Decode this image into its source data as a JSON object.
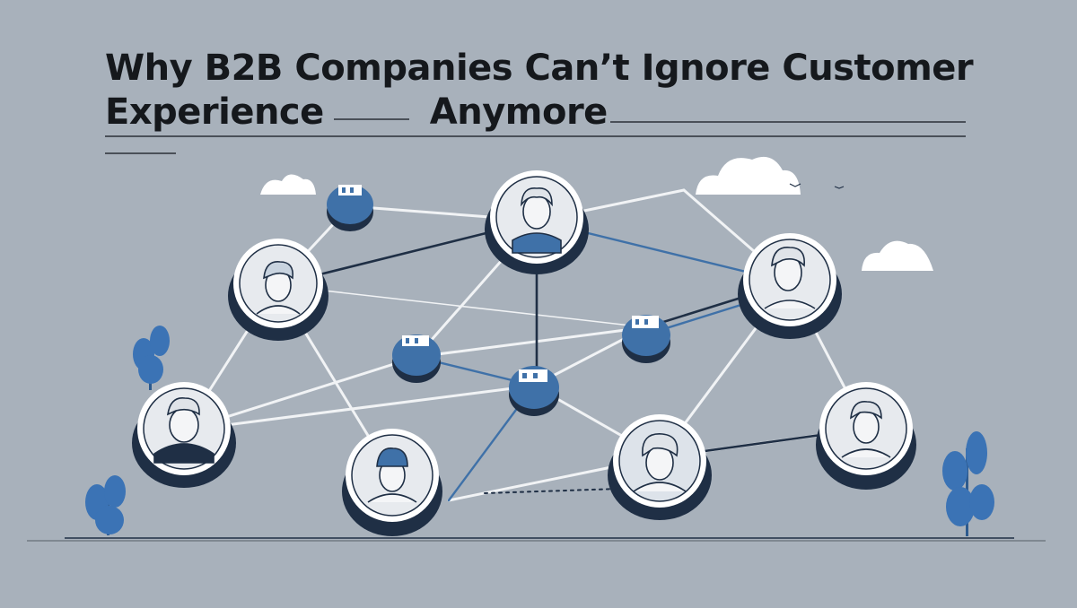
{
  "title": {
    "line1": "Why B2B Companies Can’t Ignore Customer",
    "line2_word1": "Experience",
    "line2_word2": "Anymore"
  },
  "colors": {
    "background": "#a8b1bb",
    "ink": "#15181c",
    "navy": "#1f2f45",
    "blue": "#3f71a8",
    "leaf": "#3b73b5",
    "ring": "#ffffff",
    "face": "#eef0f2",
    "cloud": "#ffffff"
  },
  "diagram": {
    "people": [
      {
        "id": "p-top",
        "label": "person-top"
      },
      {
        "id": "p-upper-left",
        "label": "person-upper-left"
      },
      {
        "id": "p-upper-right",
        "label": "person-upper-right"
      },
      {
        "id": "p-mid-left",
        "label": "person-mid-left"
      },
      {
        "id": "p-bottom-center-left",
        "label": "person-bottom-center-left"
      },
      {
        "id": "p-bottom-center-right",
        "label": "person-bottom-center-right"
      },
      {
        "id": "p-mid-right",
        "label": "person-mid-right"
      }
    ],
    "hubs": [
      {
        "id": "h1",
        "icon": "building-icon"
      },
      {
        "id": "h2",
        "icon": "building-icon"
      },
      {
        "id": "h3",
        "icon": "building-icon"
      },
      {
        "id": "h4",
        "icon": "building-icon"
      }
    ]
  }
}
